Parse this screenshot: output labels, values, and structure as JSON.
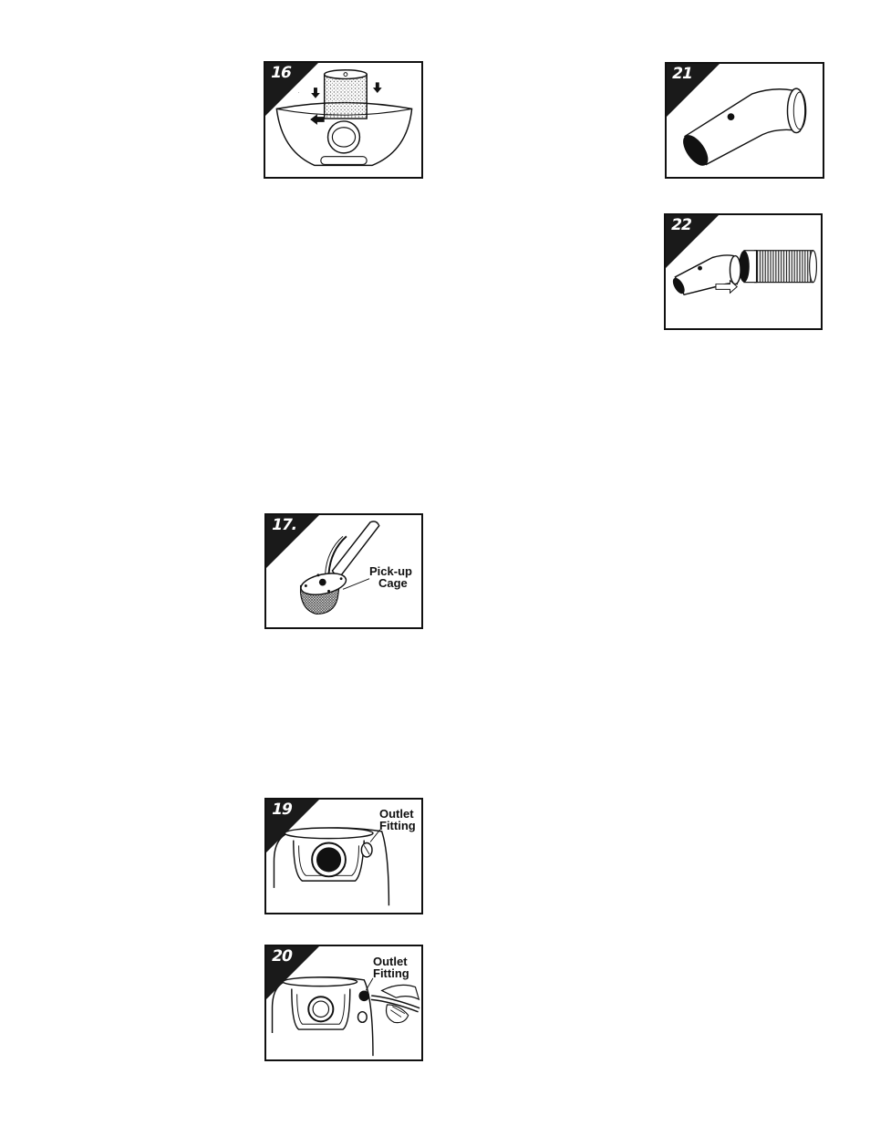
{
  "figures": [
    {
      "id": "fig16",
      "number": "16"
    },
    {
      "id": "fig17",
      "number": "17.",
      "callout": [
        "Pick-up",
        "Cage"
      ]
    },
    {
      "id": "fig19",
      "number": "19",
      "callout": [
        "Outlet",
        "Fitting"
      ]
    },
    {
      "id": "fig20",
      "number": "20",
      "callout": [
        "Outlet",
        "Fitting"
      ]
    },
    {
      "id": "fig21",
      "number": "21"
    },
    {
      "id": "fig22",
      "number": "22"
    }
  ]
}
